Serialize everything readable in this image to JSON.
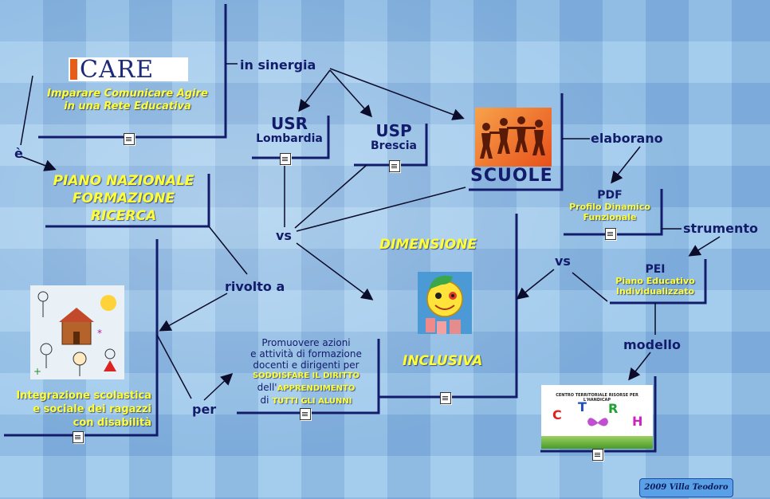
{
  "logo": {
    "text": "CARE",
    "full_name": "ICARE",
    "subtitle_line1": "Imparare Comunicare Agire",
    "subtitle_line2": "in una Rete Educativa"
  },
  "links": {
    "in_sinergia": "in sinergia",
    "e": "è",
    "elaborano": "elaborano",
    "strumento": "strumento",
    "vs": "vs",
    "rivolto_a": "rivolto a",
    "per": "per",
    "modello": "modello"
  },
  "nodes": {
    "usr": {
      "title": "USR",
      "subtitle": "Lombardia"
    },
    "usp": {
      "title": "USP",
      "subtitle": "Brescia"
    },
    "scuole": "SCUOLE",
    "piano": {
      "line1": "PIANO NAZIONALE",
      "line2": "FORMAZIONE",
      "line3": "RICERCA"
    },
    "pdf": {
      "title": "PDF",
      "line1": "Profilo Dinamico",
      "line2": "Funzionale"
    },
    "pei": {
      "title": "PEI",
      "line1": "Piano Educativo",
      "line2": "Individualizzato"
    },
    "dimensione": "DIMENSIONE",
    "inclusiva": "INCLUSIVA",
    "integrazione": {
      "line1": "Integrazione scolastica",
      "line2": "e sociale dei ragazzi",
      "line3": "con disabilità"
    },
    "promuovere": {
      "line1": "Promuovere azioni",
      "line2": "e attività di formazione",
      "line3": "docenti e dirigenti per",
      "line4": "SODDISFARE IL DIRITTO",
      "line5_pre": "dell'",
      "line5_hl": "APPRENDIMENTO",
      "line6_pre": "di ",
      "line6_hl": "TUTTI GLI ALUNNI"
    },
    "ctrh": {
      "banner": "CENTRO TERRITORIALE RISORSE PER L'HANDICAP",
      "c": "C",
      "t": "T",
      "r": "R",
      "h": "H"
    }
  },
  "signature": "2009 Villa Teodoro",
  "colors": {
    "line": "#131c6b",
    "yellow": "#ffff33",
    "background": "#8fbfe9",
    "icare_orange": "#e85c1a",
    "icare_blue": "#1b2a7a"
  }
}
